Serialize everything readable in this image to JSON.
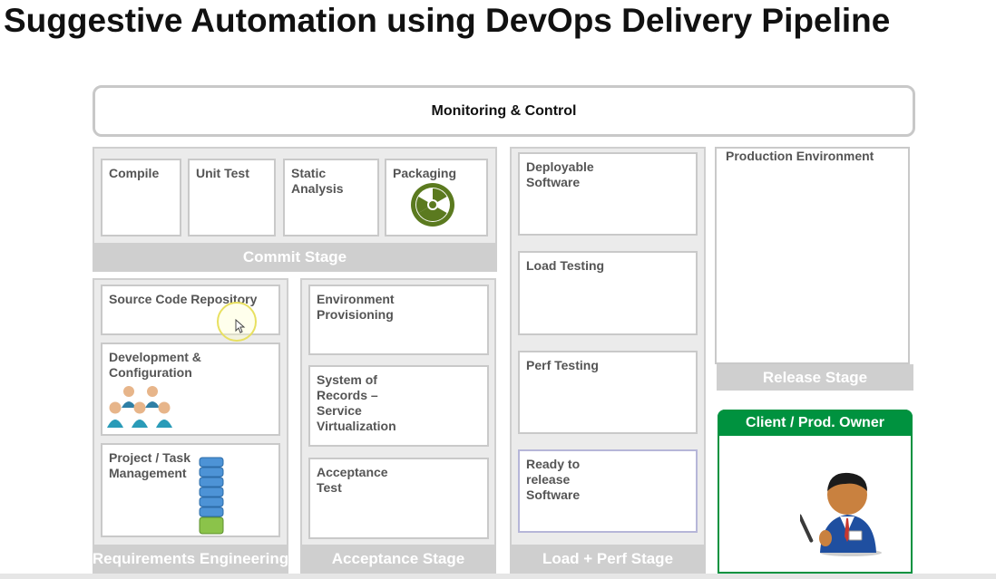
{
  "title": "Suggestive Automation using DevOps Delivery Pipeline",
  "monitoring": "Monitoring & Control",
  "commit_stage": {
    "label": "Commit Stage",
    "boxes": [
      "Compile",
      "Unit Test",
      "Static Analysis",
      "Packaging"
    ]
  },
  "requirements_stage": {
    "label": "Requirements Engineering",
    "boxes": [
      "Source Code Repository",
      "Development & Configuration",
      "Project / Task Management"
    ]
  },
  "acceptance_stage": {
    "label": "Acceptance Stage",
    "boxes": [
      "Environment Provisioning",
      "System of Records – Service Virtualization",
      "Acceptance Test"
    ]
  },
  "load_perf_stage": {
    "label": "Load + Perf Stage",
    "boxes": [
      "Deployable Software",
      "Load Testing",
      "Perf Testing",
      "Ready to release Software"
    ]
  },
  "release_stage": {
    "label": "Release Stage",
    "box": "Production Environment"
  },
  "client": {
    "label": "Client / Prod. Owner"
  },
  "icons": {
    "packaging": "radiation-icon",
    "team": "team-people-icon",
    "repo": "database-stack-icon",
    "client": "business-person-icon",
    "cursor": "mouse-cursor-icon"
  },
  "colors": {
    "stage_label": "#cfcfcf",
    "client_header": "#00923f",
    "radiation": "#5b7a1f"
  }
}
